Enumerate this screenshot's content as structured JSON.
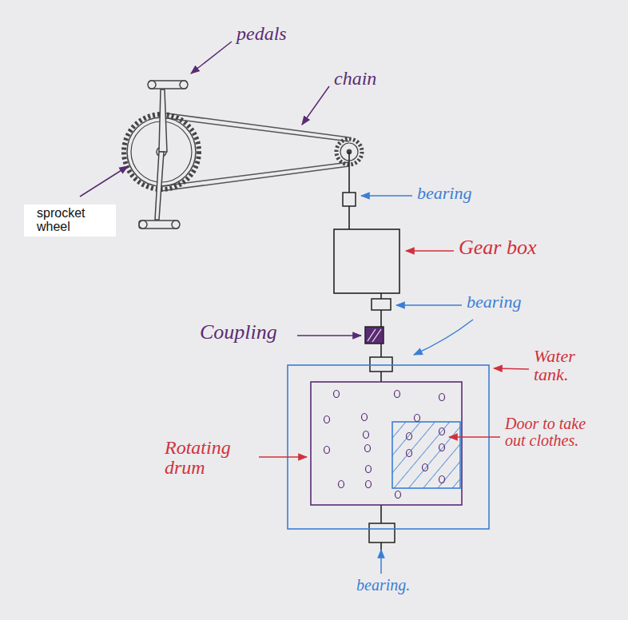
{
  "diagram": {
    "labels": [
      "pedals",
      "chain",
      "sprocket wheel",
      "bearing",
      "Gear box",
      "bearing",
      "Coupling",
      "Water tank.",
      "Rotating drum",
      "Door to take out clothes.",
      "bearing."
    ]
  }
}
